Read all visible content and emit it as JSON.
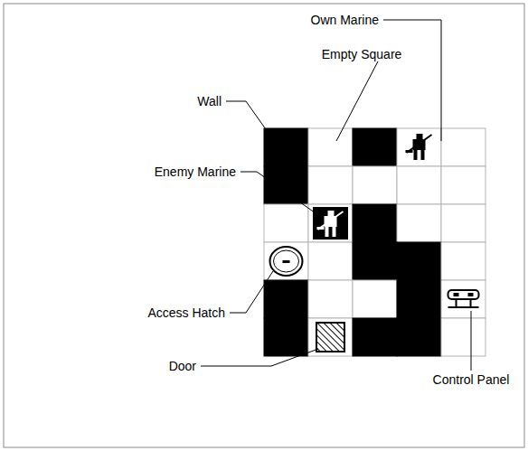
{
  "diagram": {
    "labels": [
      "Own Marine",
      "Empty Square",
      "Wall",
      "Enemy Marine",
      "Access Hatch",
      "Door",
      "Control Panel"
    ]
  }
}
